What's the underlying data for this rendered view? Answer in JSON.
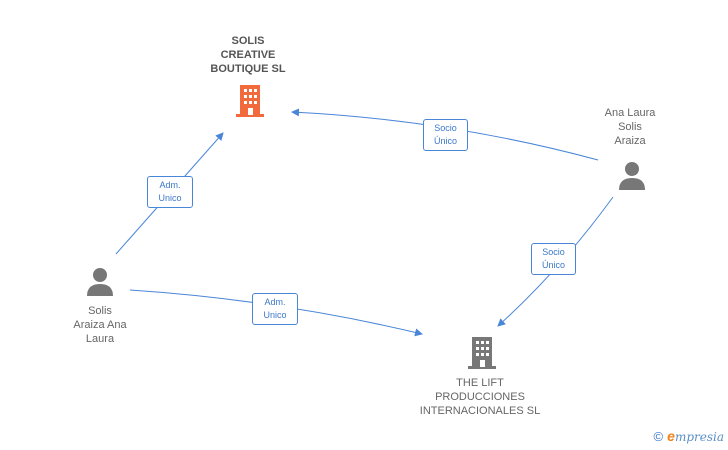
{
  "nodes": {
    "solis_creative": {
      "label": "SOLIS\nCREATIVE\nBOUTIQUE SL"
    },
    "the_lift": {
      "label": "THE LIFT\nPRODUCCIONES\nINTERNACIONALES SL"
    },
    "ana_laura": {
      "label": "Ana Laura\nSolis\nAraiza"
    },
    "solis_araiza": {
      "label": "Solis\nAraiza Ana\nLaura"
    }
  },
  "edges": {
    "ana_to_creative": {
      "label": "Socio\nÚnico"
    },
    "ana_to_lift": {
      "label": "Socio\nÚnico"
    },
    "solis_to_creative": {
      "label": "Adm.\nUnico"
    },
    "solis_to_lift": {
      "label": "Adm.\nUnico"
    }
  },
  "colors": {
    "company_highlight": "#f26a3b",
    "company": "#777777",
    "person": "#777777",
    "edge": "#4a86d8"
  },
  "footer": {
    "copyright": "©",
    "brand_e": "e",
    "brand_rest": "mpresia"
  }
}
